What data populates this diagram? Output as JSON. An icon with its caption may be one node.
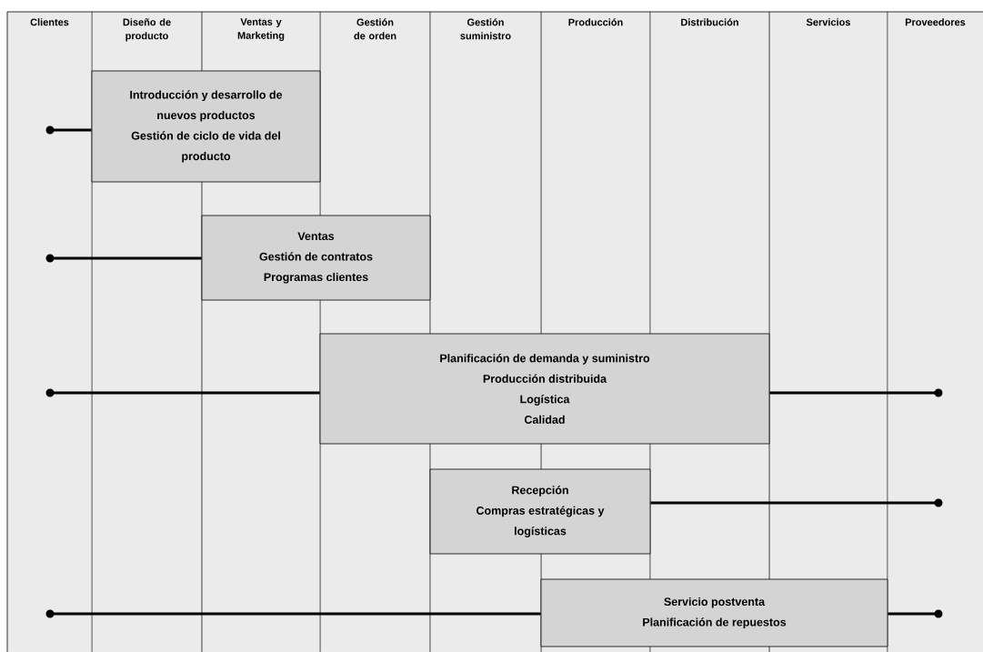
{
  "diagram": {
    "nodes": [
      {
        "text": [
          "Introducción y desarrollo de nuevos productos",
          "Gestión de ciclo de vida del producto"
        ]
      },
      {
        "text": [
          "Ventas",
          "Gestión de contratos",
          "Programas clientes"
        ]
      },
      {
        "text": [
          "Planificación de demanda y suministro",
          "Producción distribuida",
          "Logística",
          "Calidad"
        ]
      },
      {
        "text": [
          "Recepción",
          "Compras estratégicas y logísticas"
        ]
      },
      {
        "text": [
          "Servicio postventa",
          "Planificación de repuestos"
        ]
      },
      {
        "text": [],
        "shape": "circle"
      },
      {
        "text": [],
        "shape": "circle"
      },
      {
        "text": [],
        "shape": "circle"
      },
      {
        "text": [],
        "shape": "circle"
      },
      {
        "text": [],
        "shape": "circle"
      },
      {
        "text": [],
        "shape": "circle"
      },
      {
        "text": [],
        "shape": "circle"
      }
    ],
    "edges": [
      {
        "from": 5,
        "to": 0,
        "arrow": "none"
      },
      {
        "from": 6,
        "to": 1,
        "arrow": "none"
      },
      {
        "from": 7,
        "to": 2,
        "arrow": "none"
      },
      {
        "from": 2,
        "to": 8,
        "arrow": "none"
      },
      {
        "from": 3,
        "to": 9,
        "arrow": "none"
      },
      {
        "from": 10,
        "to": 4,
        "arrow": "none"
      },
      {
        "from": 4,
        "to": 11,
        "arrow": "none"
      }
    ],
    "labels": [
      "Clientes",
      "Diseño de producto",
      "Ventas y Marketing",
      "Gestión de orden",
      "Gestión suministro",
      "Producción",
      "Distribución",
      "Servicios",
      "Proveedores"
    ]
  }
}
